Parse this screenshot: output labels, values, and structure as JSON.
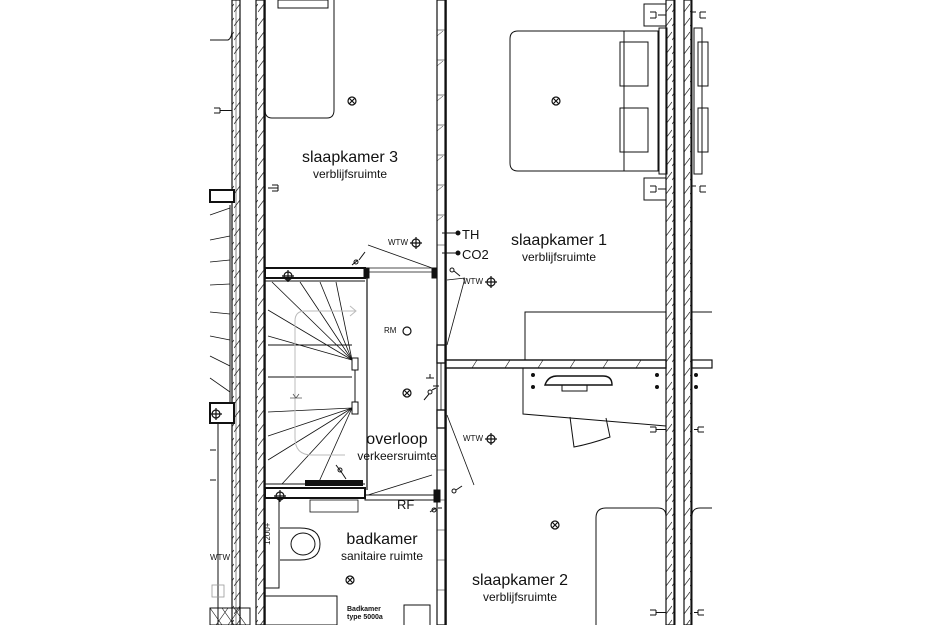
{
  "rooms": [
    {
      "id": "slaapkamer-3",
      "name": "slaapkamer 3",
      "function": "verblijfsruimte"
    },
    {
      "id": "slaapkamer-1",
      "name": "slaapkamer 1",
      "function": "verblijfsruimte"
    },
    {
      "id": "overloop",
      "name": "overloop",
      "function": "verkeersruimte"
    },
    {
      "id": "badkamer",
      "name": "badkamer",
      "function": "sanitaire ruimte"
    },
    {
      "id": "slaapkamer-2",
      "name": "slaapkamer 2",
      "function": "verblijfsruimte"
    }
  ],
  "symbols": {
    "thermostat": "TH",
    "co2_sensor": "CO2",
    "smoke_detector": "RM",
    "return_air": "RF",
    "heat_recovery_vent": "WTW",
    "toilet_height": "1200+"
  },
  "annotations": {
    "bathroom_type_line1": "Badkamer",
    "bathroom_type_line2": "type 5000a"
  },
  "colors": {
    "line": "#111111",
    "wall_fill": "#ffffff",
    "stair_guide": "#bbbbbb"
  }
}
